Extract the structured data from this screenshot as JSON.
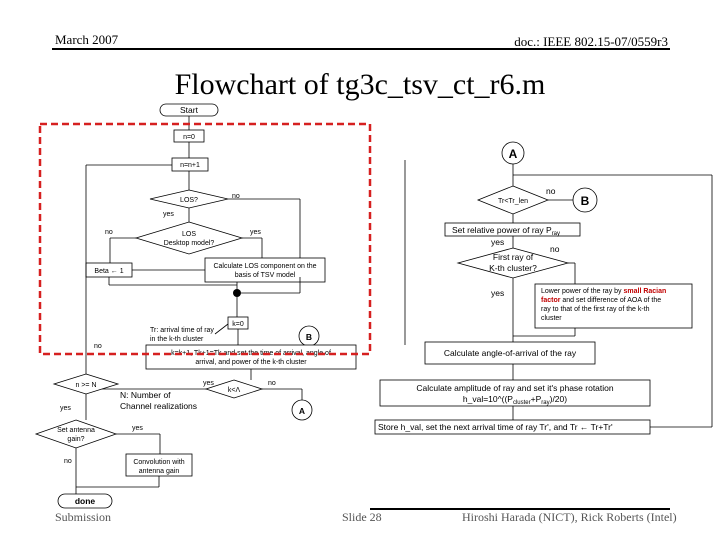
{
  "header": {
    "date": "March 2007",
    "doc_id": "doc.: IEEE 802.15-07/0559r3"
  },
  "title": "Flowchart of tg3c_tsv_ct_r6.m",
  "footer": {
    "submission": "Submission",
    "slide": "Slide 28",
    "authors": "Hiroshi Harada (NICT), Rick Roberts (Intel)"
  },
  "highlight_color": "#d62020",
  "left_flow": {
    "start": "Start",
    "n_init": "n=0",
    "n_inc": "n=n+1",
    "los_decision": "LOS?",
    "no": "no",
    "yes": "yes",
    "los_desktop_line1": "LOS",
    "los_desktop_line2": "Desktop model?",
    "beta": "Beta ← 1",
    "los_comp_line1": "Calculate LOS component on the",
    "los_comp_line2": "basis of TSV model",
    "k_init": "k=0",
    "tr_line1": "Tr: arrival time of ray",
    "tr_line2": "in the k-th cluster",
    "connector_b": "B",
    "cluster_line1": "k=k+1, Tk+1=Tk and set the time of arrival, angle of",
    "cluster_line2": "arrival, and power of the k-th cluster",
    "k_check": "k<Λ",
    "n_check": "n >= N",
    "n_def_line1": "N: Number of",
    "n_def_line2": "Channel realizations",
    "connector_a": "A",
    "antenna_line1": "Set antenna",
    "antenna_line2": "gain?",
    "conv_line1": "Convolution with",
    "conv_line2": "antenna gain",
    "done": "done"
  },
  "right_flow": {
    "connector_a": "A",
    "tr_check": "Tr<Tr_len",
    "no": "no",
    "yes": "yes",
    "connector_b": "B",
    "set_power": "Set relative power of ray P",
    "set_power_sub": "ray",
    "first_ray_line1": "First ray of",
    "first_ray_line2": "K-th cluster?",
    "lower_line1": "Lower power of  the ray by ",
    "lower_red1": "small Racian",
    "lower_red2": "factor",
    "lower_line2": " and set difference of AOA of the",
    "lower_line3": "ray to that of the first ray of the k-th",
    "lower_line4": "cluster",
    "aoa": "Calculate angle-of-arrival of the ray",
    "amp_line1": "Calculate amplitude of ray and set it's phase rotation",
    "amp_line2": "h_val=10^((P",
    "amp_sub1": "cluster",
    "amp_mid": "+P",
    "amp_sub2": "ray",
    "amp_end": ")/20)",
    "store": "Store h_val, set the next arrival time of ray Tr', and Tr ← Tr+Tr'"
  }
}
